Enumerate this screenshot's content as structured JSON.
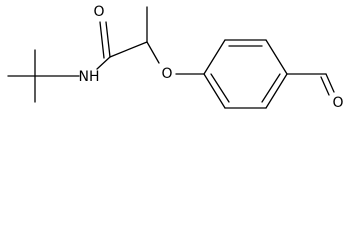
{
  "molecule": {
    "atoms": {
      "amide_n": "NH",
      "carbonyl_o": "O",
      "ether_o": "O",
      "aldehyde_o": "O"
    }
  },
  "colors": {
    "bond": "#000000",
    "text": "#000000",
    "background": "#ffffff"
  }
}
